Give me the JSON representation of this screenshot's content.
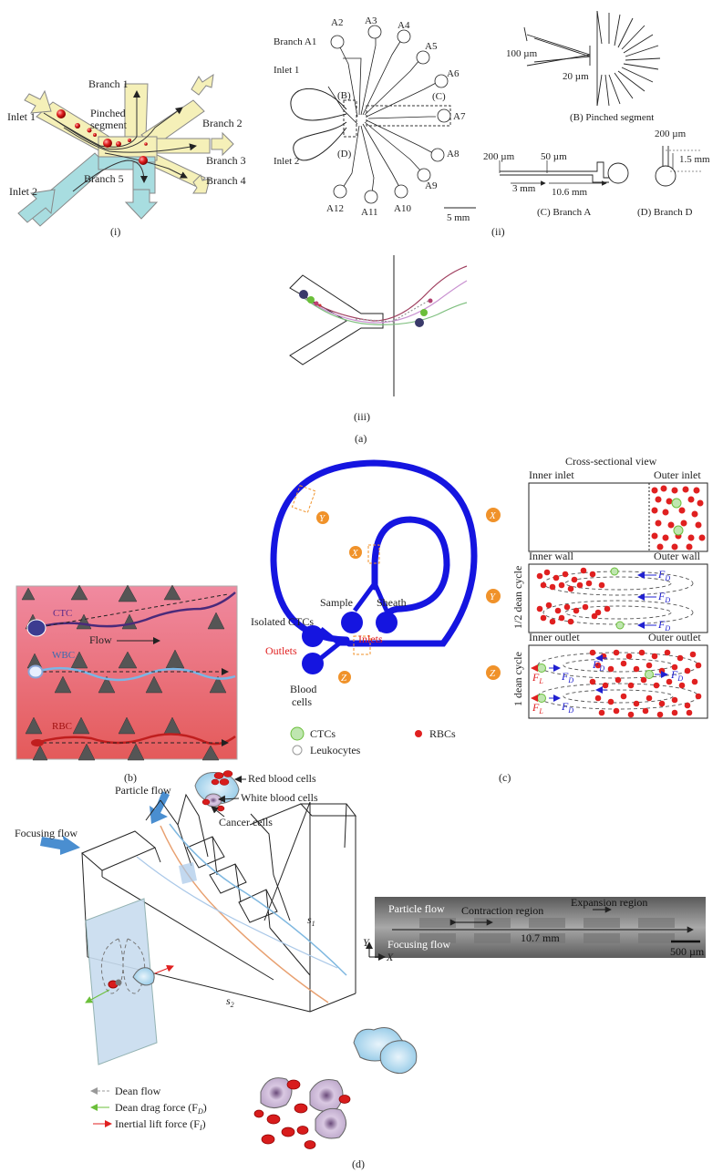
{
  "colors": {
    "yellow_channel": "#f5f0b8",
    "cyan_channel": "#a8dde0",
    "rbc_red": "#d81c1c",
    "spiral_blue": "#1515e0",
    "orange_marker": "#f0922a",
    "panel_b_bg": "#e86a6a",
    "dark_triangle": "#555555",
    "light_blue": "#8ec7e6",
    "gray_photo": "#8c8c8c"
  },
  "panel_a_i": {
    "caption": "(i)",
    "inlet1": "Inlet 1",
    "inlet2": "Inlet 2",
    "branch1": "Branch 1",
    "branch2": "Branch 2",
    "branch3": "Branch 3",
    "branch4": "Branch 4",
    "branch5": "Branch 5",
    "pinched": "Pinched",
    "segment": "segment"
  },
  "panel_a_ii": {
    "caption": "(ii)",
    "branches": [
      "A2",
      "A3",
      "A4",
      "A5",
      "A6",
      "A7",
      "A8",
      "A9",
      "A10",
      "A11",
      "A12"
    ],
    "branch_a1": "Branch A1",
    "inlet1": "Inlet 1",
    "inlet2": "Inlet 2",
    "b_marker": "(B)",
    "c_marker": "(C)",
    "d_marker": "(D)",
    "scale": "5 mm",
    "pinched_caption": "(B) Pinched segment",
    "dim_100": "100 µm",
    "dim_20": "20 µm",
    "dim_200": "200 µm",
    "dim_50": "50 µm",
    "dim_3": "3 mm",
    "dim_10_6": "10.6 mm",
    "branch_a_caption": "(C) Branch A",
    "dim_200b": "200 µm",
    "dim_1_5": "1.5 mm",
    "branch_d_caption": "(D) Branch D"
  },
  "panel_a_iii": {
    "caption": "(iii)"
  },
  "caption_a": "(a)",
  "panel_b": {
    "caption": "(b)",
    "ctc": "CTC",
    "wbc": "WBC",
    "rbc": "RBC",
    "flow": "Flow"
  },
  "panel_c": {
    "caption": "(c)",
    "sample": "Sample",
    "sheath": "Sheath",
    "inlets": "Inlets",
    "isolated_ctcs": "Isolated CTCs",
    "outlets": "Outlets",
    "blood": "Blood",
    "cells": "cells",
    "x": "X",
    "y": "Y",
    "z": "Z",
    "ctcs_legend": "CTCs",
    "leukocytes_legend": "Leukocytes",
    "rbcs_legend": "RBCs",
    "cross_title": "Cross-sectional view",
    "inner_inlet": "Inner inlet",
    "outer_inlet": "Outer inlet",
    "inner_wall": "Inner wall",
    "outer_wall": "Outer wall",
    "inner_outlet": "Inner outlet",
    "outer_outlet": "Outer outlet",
    "half_dean": "1/2 dean cycle",
    "one_dean": "1 dean cycle",
    "fd": "F",
    "fd_sub": "D",
    "fl": "F",
    "fl_sub": "L"
  },
  "panel_d": {
    "caption": "(d)",
    "particle_flow": "Particle flow",
    "focusing_flow": "Focusing flow",
    "red_blood_cells": "Red blood cells",
    "white_blood_cells": "White blood cells",
    "cancer_cells": "Cancer cells",
    "s1": "s",
    "s1_sub": "1",
    "s2": "s",
    "s2_sub": "2",
    "photo_particle": "Particle flow",
    "photo_focusing": "Focusing flow",
    "contraction": "Contraction region",
    "expansion": "Expansion region",
    "length": "10.7 mm",
    "scale": "500 µm",
    "axis_y": "Y",
    "axis_x": "X",
    "legend_dean": "Dean flow",
    "legend_drag": "Dean drag force (F",
    "legend_drag_sub": "D",
    "legend_lift": "Inertial lift force (F",
    "legend_lift_sub": "I",
    "close_paren": ")"
  }
}
